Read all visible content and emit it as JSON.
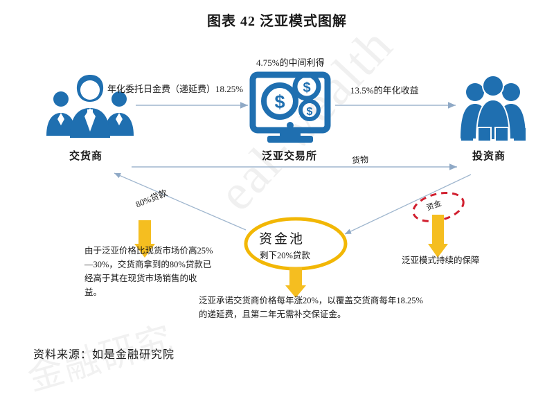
{
  "title": "图表 42  泛亚模式图解",
  "watermark": {
    "main": "eal-wealth",
    "sub": "金融研究"
  },
  "nodes": [
    {
      "id": "supplier",
      "label": "交货商",
      "icon": "three-businessmen-outline-icon"
    },
    {
      "id": "exchange",
      "label": "泛亚交易所",
      "icon": "monitor-with-dollar-coins-icon"
    },
    {
      "id": "investor",
      "label": "投资商",
      "icon": "three-businessmen-solid-icon"
    }
  ],
  "flows": {
    "supplier_to_exchange": "年化委托日金费（递延费）18.25%",
    "exchange_margin": "4.75%的中间利得",
    "exchange_to_investor": "13.5%的年化收益",
    "goods": "货物",
    "loan_80": "80%贷款",
    "funds": "资金"
  },
  "pool": {
    "title": "资金池",
    "subtitle": "剩下20%贷款"
  },
  "notes": {
    "left": "由于泛亚价格比现货市场价高25%—30%，交货商拿到的80%贷款已经高于其在现货市场销售的收益。",
    "center": "泛亚承诺交货商价格每年涨20%，以覆盖交货商每年18.25%的递延费，且第二年无需补交保证金。",
    "right": "泛亚模式持续的保障"
  },
  "source": "资料来源：如是金融研究院",
  "colors": {
    "icon_blue": "#1F6FB0",
    "icon_blue_dark": "#19608F",
    "arrow_gray": "#9FB6CE",
    "pool_yellow": "#F2B705",
    "arrow_yellow": "#F5BE20",
    "dashed_red": "#D11F2F",
    "text": "#1a1a1a"
  }
}
